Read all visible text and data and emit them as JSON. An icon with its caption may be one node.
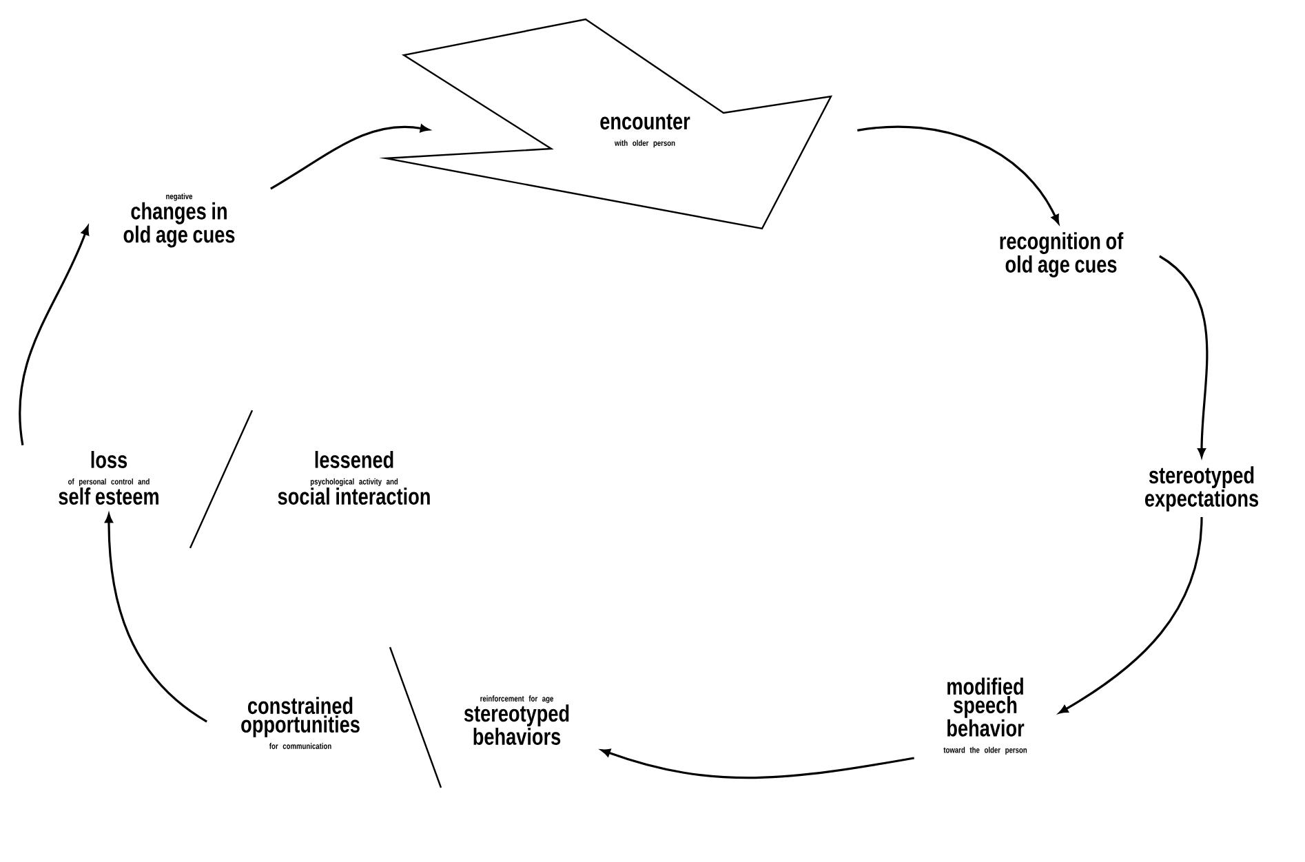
{
  "diagram": {
    "nodes": [
      {
        "text": [
          "encounter",
          "with older person"
        ]
      },
      {
        "text": [
          "recognition of old age cues"
        ]
      },
      {
        "text": [
          "stereotyped expectations"
        ]
      },
      {
        "text": [
          "modified speech behavior",
          "toward the older person"
        ]
      },
      {
        "text": [
          "reinforcement for age",
          "stereotyped behaviors"
        ]
      },
      {
        "text": [
          "constrained opportunities",
          "for communication"
        ]
      },
      {
        "text": [
          "loss",
          "of personal control and",
          "self esteem"
        ]
      },
      {
        "text": [
          "lessened",
          "psychological activity and",
          "social interaction"
        ]
      },
      {
        "text": [
          "negative",
          "changes in old age cues"
        ]
      }
    ],
    "edges": [
      {
        "from": 0,
        "to": 1,
        "arrow": "to"
      },
      {
        "from": 1,
        "to": 2,
        "arrow": "to"
      },
      {
        "from": 2,
        "to": 3,
        "arrow": "to"
      },
      {
        "from": 3,
        "to": 4,
        "arrow": "to"
      },
      {
        "from": 5,
        "to": 6,
        "arrow": "to"
      },
      {
        "from": 6,
        "to": 8,
        "arrow": "to"
      },
      {
        "from": 8,
        "to": 0,
        "arrow": "to"
      }
    ]
  }
}
